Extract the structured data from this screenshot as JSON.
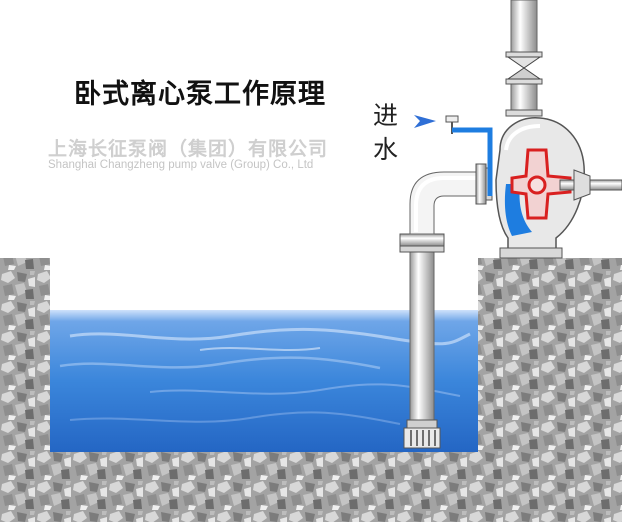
{
  "diagram": {
    "title": "卧式离心泵工作原理",
    "company_cn": "上海长征泵阀（集团）有限公司",
    "company_en": "Shanghai Changzheng pump valve (Group) Co., Ltd",
    "inlet_label_1": "进",
    "inlet_label_2": "水"
  },
  "colors": {
    "water": "#2f7fd6",
    "water_deep": "#1f62bd",
    "gravel": "#9d9d9d",
    "priming_water": "#1e7de0",
    "impeller": "#d92020",
    "pipe": "#f2f2f2"
  }
}
